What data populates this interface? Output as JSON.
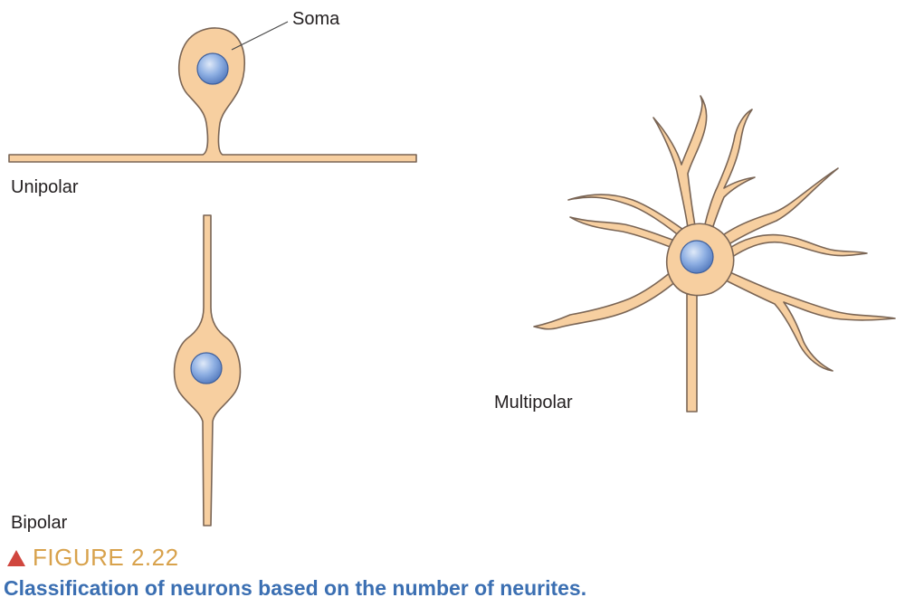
{
  "labels": {
    "soma": "Soma",
    "unipolar": "Unipolar",
    "bipolar": "Bipolar",
    "multipolar": "Multipolar"
  },
  "figure": {
    "number": "FIGURE 2.22",
    "caption": "Classification of neurons based on the number of neurites."
  },
  "colors": {
    "cell_fill": "#f7cfa0",
    "cell_stroke": "#7a6555",
    "nucleus": "#8fb0e3",
    "figure_number": "#d8a24c",
    "figure_marker": "#d0463e",
    "caption": "#3b6fb2"
  }
}
